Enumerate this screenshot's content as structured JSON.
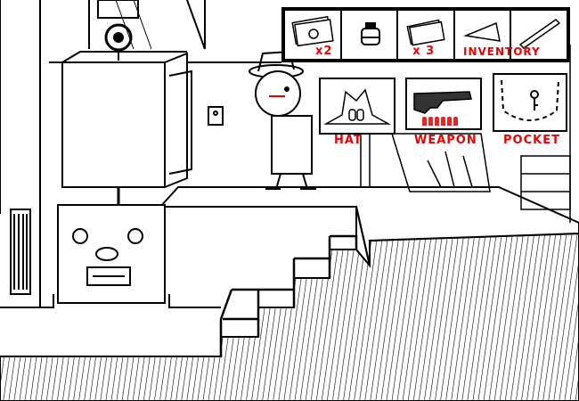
{
  "inventory": {
    "label": "INVENTORY",
    "items": [
      {
        "name": "cards",
        "icon": "card-stack-icon",
        "quantity": "x2"
      },
      {
        "name": "ink-bottle",
        "icon": "bottle-icon",
        "quantity": ""
      },
      {
        "name": "business-cards",
        "icon": "business-card-icon",
        "quantity": "x 3"
      },
      {
        "name": "candy-corn-slice",
        "icon": "cone-icon",
        "quantity": ""
      },
      {
        "name": "pencil",
        "icon": "pencil-icon",
        "quantity": ""
      }
    ]
  },
  "equipment": {
    "hat": {
      "label": "HAT",
      "icon": "fedora-icon"
    },
    "weapon": {
      "label": "WEAPON",
      "icon": "revolver-icon",
      "ammo": 6
    },
    "pocket": {
      "label": "POCKET",
      "icon": "key-icon"
    }
  },
  "colors": {
    "label": "#ee0000",
    "ink": "#000000"
  }
}
